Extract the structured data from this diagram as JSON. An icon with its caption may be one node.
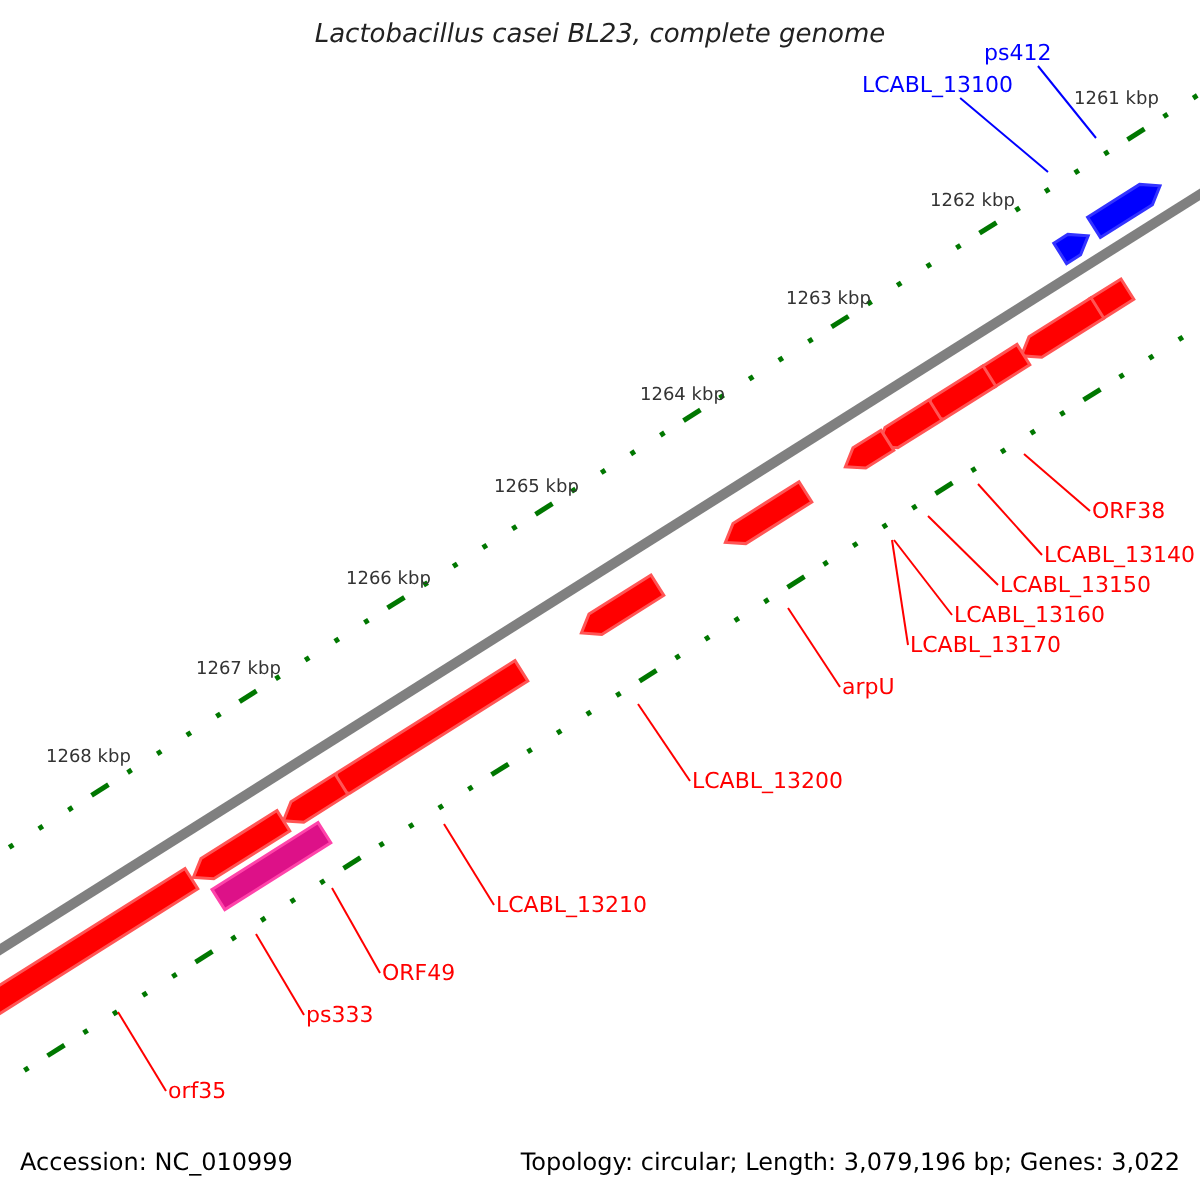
{
  "diagram": {
    "title": "Lactobacillus casei BL23, complete genome",
    "nodes": [
      {
        "text": [
          "ps412"
        ]
      },
      {
        "text": [
          "LCABL_13100"
        ]
      },
      {
        "text": [
          "ORF38"
        ]
      },
      {
        "text": [
          "LCABL_13140"
        ]
      },
      {
        "text": [
          "LCABL_13150"
        ]
      },
      {
        "text": [
          "LCABL_13160"
        ]
      },
      {
        "text": [
          "LCABL_13170"
        ]
      },
      {
        "text": [
          "arpU"
        ]
      },
      {
        "text": [
          "LCABL_13200"
        ]
      },
      {
        "text": [
          "LCABL_13210"
        ]
      },
      {
        "text": [
          "ORF49"
        ]
      },
      {
        "text": [
          "ps333"
        ]
      },
      {
        "text": [
          "orf35"
        ]
      }
    ],
    "edges": [
      {
        "from": 0,
        "to": null,
        "arrow": "none",
        "color": "#0000ff"
      },
      {
        "from": 1,
        "to": null,
        "arrow": "none",
        "color": "#0000ff"
      },
      {
        "from": 2,
        "to": null,
        "arrow": "none"
      },
      {
        "from": 3,
        "to": null,
        "arrow": "none"
      },
      {
        "from": 4,
        "to": null,
        "arrow": "none"
      },
      {
        "from": 5,
        "to": null,
        "arrow": "none"
      },
      {
        "from": 6,
        "to": null,
        "arrow": "none"
      },
      {
        "from": 7,
        "to": null,
        "arrow": "none"
      },
      {
        "from": 8,
        "to": null,
        "arrow": "none"
      },
      {
        "from": 9,
        "to": null,
        "arrow": "none"
      },
      {
        "from": 10,
        "to": null,
        "arrow": "none"
      },
      {
        "from": 11,
        "to": null,
        "arrow": "none"
      },
      {
        "from": 12,
        "to": null,
        "arrow": "none"
      }
    ],
    "labels": [
      "1261 kbp",
      "1262 kbp",
      "1263 kbp",
      "1264 kbp",
      "1265 kbp",
      "1266 kbp",
      "1267 kbp",
      "1268 kbp",
      "Accession: NC_010999",
      "Topology: circular; Length: 3,079,196 bp; Genes: 3,022"
    ]
  }
}
